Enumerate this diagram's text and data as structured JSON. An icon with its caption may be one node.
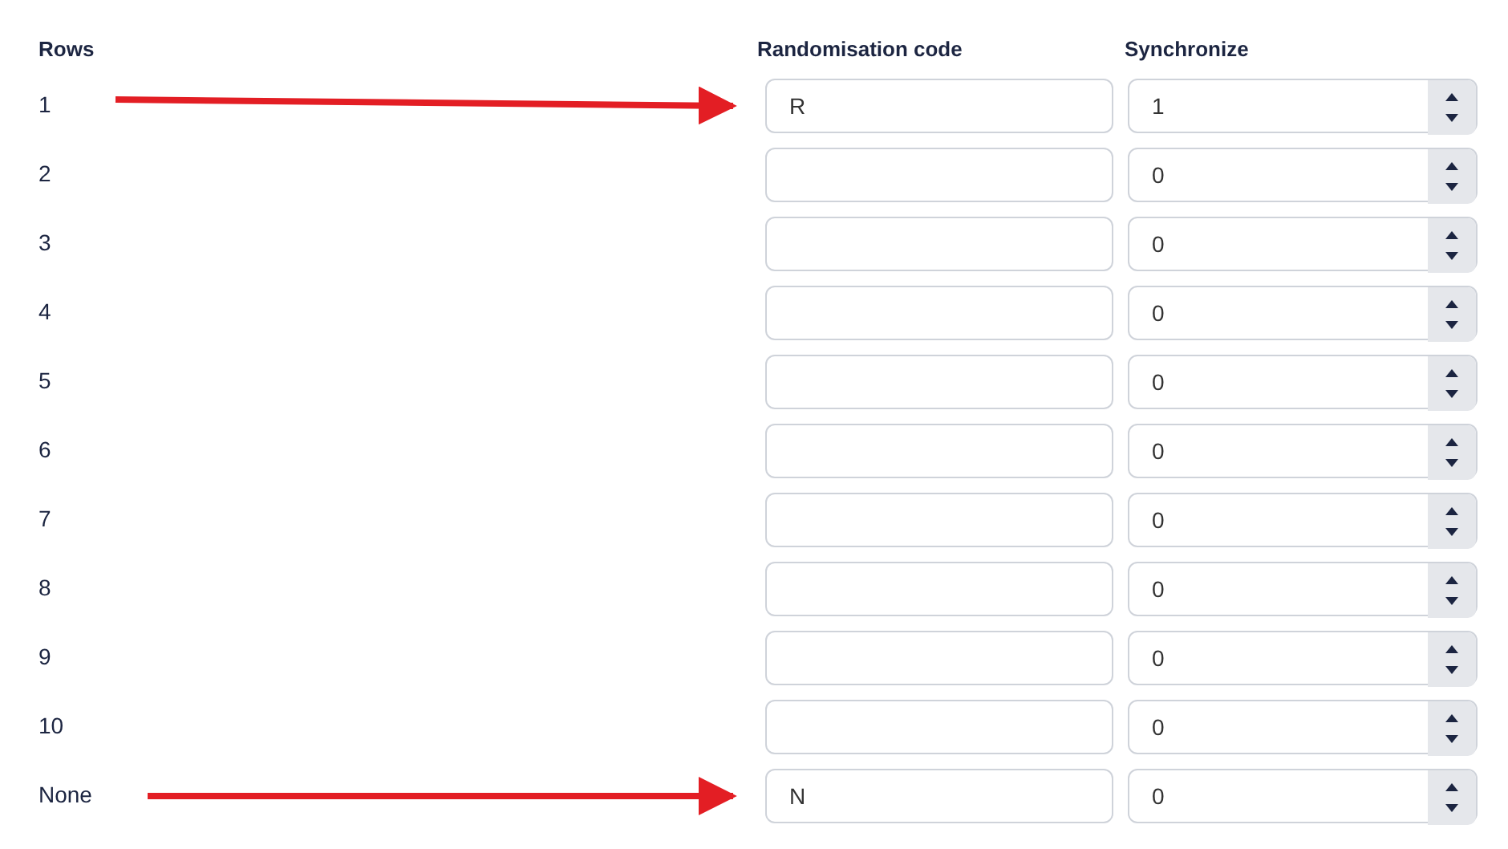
{
  "diagram": {
    "nodes": [
      {
        "text": [
          "R"
        ]
      },
      {
        "text": [
          "1"
        ]
      },
      {
        "text": [],
        "shape": "box"
      },
      {
        "text": [
          "0"
        ]
      },
      {
        "text": [],
        "shape": "box"
      },
      {
        "text": [
          "0"
        ]
      },
      {
        "text": [],
        "shape": "box"
      },
      {
        "text": [
          "0"
        ]
      },
      {
        "text": [],
        "shape": "box"
      },
      {
        "text": [
          "0"
        ]
      },
      {
        "text": [],
        "shape": "box"
      },
      {
        "text": [
          "0"
        ]
      },
      {
        "text": [],
        "shape": "box"
      },
      {
        "text": [
          "0"
        ]
      },
      {
        "text": [],
        "shape": "box"
      },
      {
        "text": [
          "0"
        ]
      },
      {
        "text": [],
        "shape": "box"
      },
      {
        "text": [
          "0"
        ]
      },
      {
        "text": [],
        "shape": "box"
      },
      {
        "text": [
          "0"
        ]
      },
      {
        "text": [
          "N"
        ]
      },
      {
        "text": [
          "0"
        ]
      }
    ],
    "edges": [
      {
        "from": null,
        "to": 0,
        "arrow": "to"
      },
      {
        "from": null,
        "to": 20,
        "arrow": "to"
      }
    ],
    "labels": [
      "Rows",
      "Randomisation code",
      "Synchronize",
      "1",
      "2",
      "3",
      "4",
      "5",
      "6",
      "7",
      "8",
      "9",
      "10",
      "None"
    ]
  }
}
